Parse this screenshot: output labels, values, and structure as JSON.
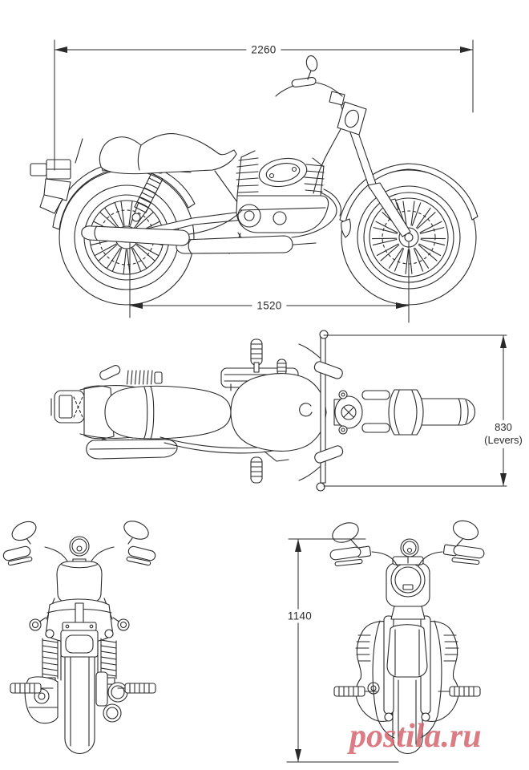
{
  "page": {
    "background_color": "#ffffff",
    "line_color": "#2a2a2a"
  },
  "dimensions": {
    "overall_length": {
      "value": "2260"
    },
    "wheelbase": {
      "value": "1520"
    },
    "width_at_levers": {
      "value": "830",
      "qualifier": "(Levers)"
    },
    "overall_height": {
      "value": "1140"
    }
  },
  "watermark": {
    "text": "postila.ru",
    "color": "#d5656e"
  }
}
